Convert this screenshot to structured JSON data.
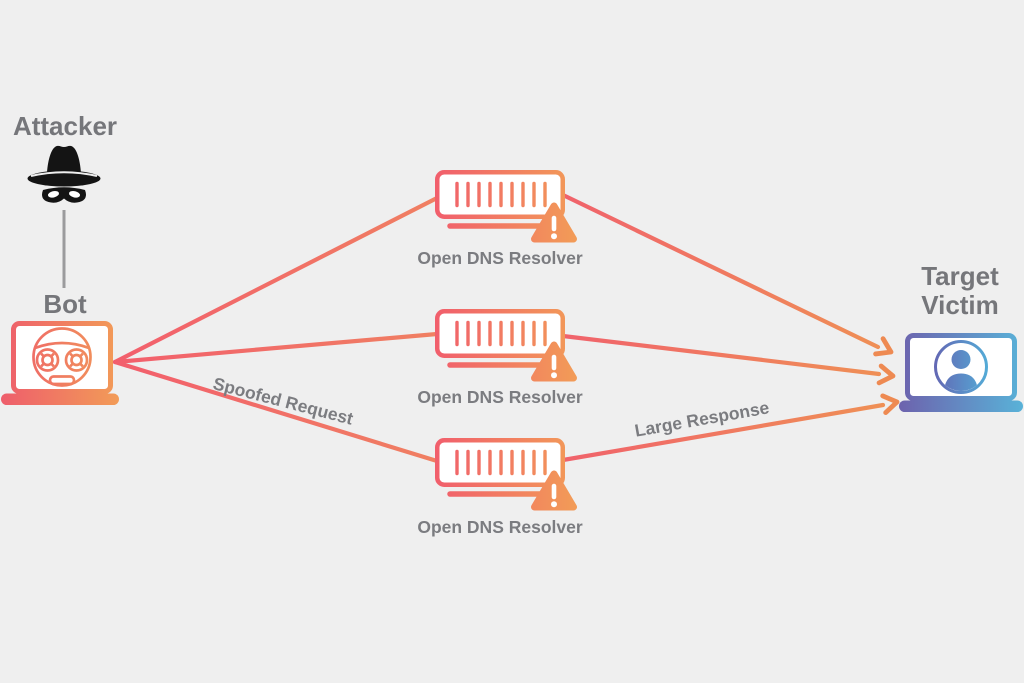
{
  "nodes": {
    "attacker": {
      "label": "Attacker"
    },
    "bot": {
      "label": "Bot"
    },
    "resolvers": [
      {
        "label": "Open DNS Resolver"
      },
      {
        "label": "Open DNS Resolver"
      },
      {
        "label": "Open DNS Resolver"
      }
    ],
    "victim": {
      "label": "Target Victim"
    }
  },
  "edges": {
    "spoofed_request": {
      "label": "Spoofed Request"
    },
    "large_response": {
      "label": "Large Response"
    }
  },
  "colors": {
    "background": "#efefef",
    "label_gray": "#75767a",
    "label_small_gray": "#7b7c80",
    "salmon": "#f15f6c",
    "orange": "#f29c57",
    "bot_salmon": "#ee5d6c",
    "wire_left_start": "#f25e6d",
    "wire_left_end": "#f08062",
    "wire_right_start": "#f0626c",
    "wire_right_end": "#ef9254",
    "arrow_orange": "#ee8a52",
    "purple": "#6d62ad",
    "blue": "#59b2d8",
    "person_blue_left": "#6368b4",
    "person_blue_right": "#54aad6",
    "connector_gray": "#9b9b9d",
    "icon_black": "#141414"
  }
}
